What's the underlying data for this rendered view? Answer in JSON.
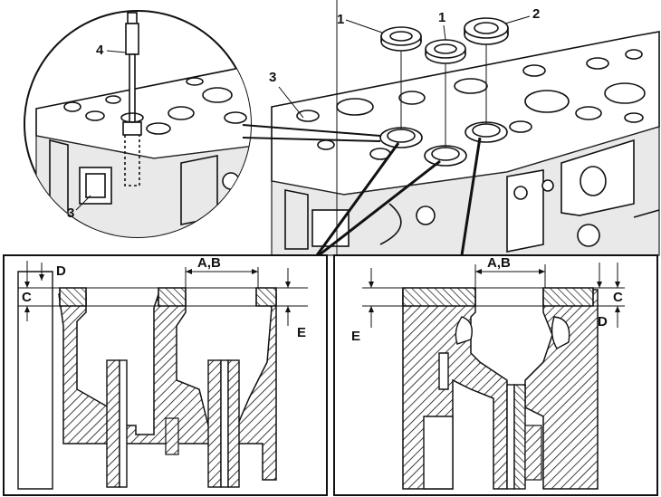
{
  "labels": {
    "ring_left": "1",
    "ring_mid": "1",
    "ring_right": "2",
    "tool": "4",
    "head_main": "3",
    "head_inset": "3",
    "dim_AB_left": "A,B",
    "dim_AB_right": "A,B",
    "dim_C_left": "C",
    "dim_C_right": "C",
    "dim_D_left": "D",
    "dim_D_right": "D",
    "dim_E_left": "E",
    "dim_E_right": "E"
  },
  "colors": {
    "ink": "#111111",
    "background": "#ffffff",
    "shade": "#e9e9e9"
  }
}
